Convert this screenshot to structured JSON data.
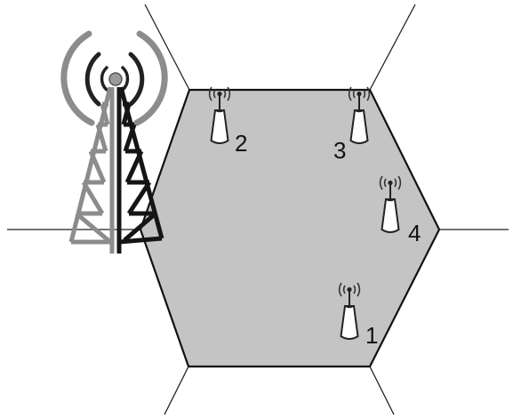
{
  "colors": {
    "cell_fill": "#c4c4c4",
    "cell_stroke": "#111111",
    "tower_light": "#8c8c8c",
    "tower_dark": "#151515",
    "device_fill": "#ffffff"
  },
  "icons": {
    "tower": "cell-tower-icon",
    "device": "wireless-device-icon"
  },
  "devices": [
    {
      "label": "1"
    },
    {
      "label": "2"
    },
    {
      "label": "3"
    },
    {
      "label": "4"
    }
  ]
}
